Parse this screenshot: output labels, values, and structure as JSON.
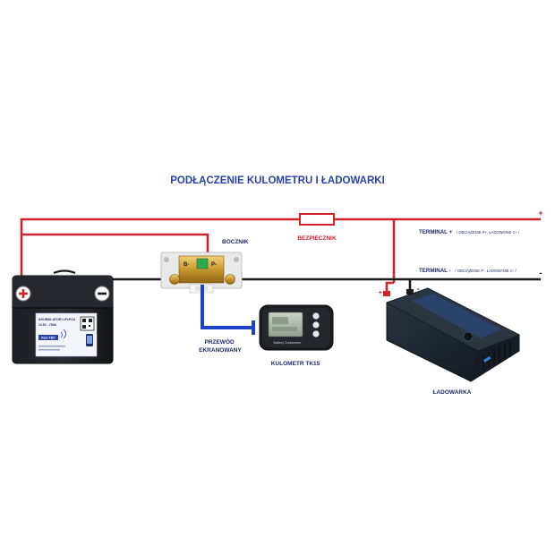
{
  "title": "PODŁĄCZENIE KULOMETRU I ŁADOWARKI",
  "labels": {
    "fuse": "BEZPIECZNIK",
    "shunt": "BOCZNIK",
    "cable_line1": "PRZEWÓD",
    "cable_line2": "EKRANOWANY",
    "meter": "KULOMETR TK15",
    "charger": "ŁADOWARKA",
    "terminal_plus": "TERMINAL +",
    "terminal_plus_detail": "/ OBCIĄŻENIE P+, ŁADOWANIE C+ /",
    "terminal_minus": "TERMINAL -",
    "terminal_minus_detail": "/ OBCIĄŻENIE P-, ŁADOWANIE C- /",
    "plus_sign": "+",
    "minus_sign": "-"
  },
  "battery": {
    "line1": "AKUMULATOR LiFePO4",
    "line2": "12.8V - 75Ah",
    "brand": "Kon-TEC"
  },
  "shunt_marks": {
    "b": "B-",
    "p": "P-"
  },
  "meter_display": {
    "caption": "Battery Coulometer"
  },
  "colors": {
    "wire_positive": "#d0232e",
    "wire_negative": "#1a1a1a",
    "shielded_cable": "#1d43c4",
    "title": "#2a41a8",
    "label_red": "#c8202a",
    "label_dark": "#1f2b66",
    "charger_body": "#1d2530",
    "charger_accent": "#2c4d8c"
  }
}
